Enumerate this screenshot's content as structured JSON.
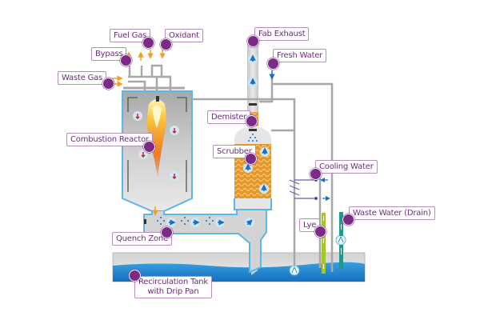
{
  "title": "Burn-Wet Exhaust Gas Abatement System",
  "labels": {
    "fuel_gas": "Fuel Gas",
    "oxidant": "Oxidant",
    "bypass": "Bypass",
    "waste_gas": "Waste Gas",
    "fab_exhaust": "Fab Exhaust",
    "fresh_water": "Fresh Water",
    "demister": "Demister",
    "combustion_reactor": "Combustion Reactor",
    "scrubber": "Scrubber",
    "cooling_water": "Cooling Water",
    "lye": "Lye",
    "waste_water": "Waste Water (Drain)",
    "quench_zone": "Quench Zone",
    "recirculation_line1": "Recirculation Tank",
    "recirculation_line2": "with Drip Pan"
  },
  "colors": {
    "callout_border": "#b98cc4",
    "callout_text": "#6b2d7e",
    "marker": "#7b2a86",
    "pipe": "#a8a8a8",
    "vessel_outline": "#5bb7e6",
    "water": "#1f86d0",
    "packing": "#d88a2a",
    "flame": "#f5a623",
    "gas_arrow": "#f0a020",
    "flow_arrow": "#1b6fc0",
    "down_arrow": "#d0242a",
    "lye_pipe": "#a4c72a",
    "drain_pipe": "#1f9a8f"
  }
}
